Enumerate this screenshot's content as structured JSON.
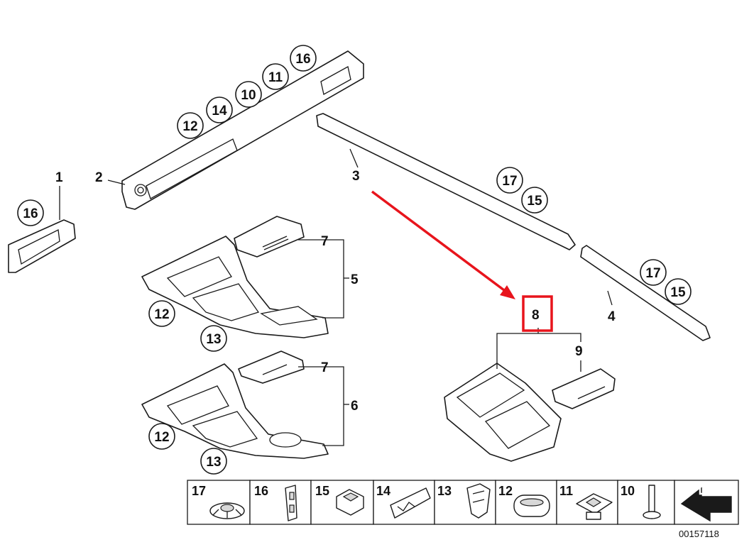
{
  "labels": {
    "part1": "1",
    "part2": "2",
    "part3": "3",
    "part4": "4",
    "part5": "5",
    "part6": "6",
    "part7a": "7",
    "part7b": "7",
    "part8": "8",
    "part9": "9"
  },
  "callouts": {
    "c1": "16",
    "c2a": "12",
    "c2b": "14",
    "c2c": "10",
    "c2d": "11",
    "c2e": "16",
    "c3a": "17",
    "c3b": "15",
    "c4a": "17",
    "c4b": "15",
    "c5a": "12",
    "c5b": "13",
    "c6a": "12",
    "c6b": "13"
  },
  "legend": [
    "17",
    "16",
    "15",
    "14",
    "13",
    "12",
    "11",
    "10"
  ],
  "reference_code": "00157118",
  "colors": {
    "highlight": "#e8141c",
    "arrow": "#e8141c",
    "line": "#1a1a1a"
  },
  "icons": {
    "legend_17": "rivet-cap-icon",
    "legend_16": "bracket-clip-icon",
    "legend_15": "square-clip-icon",
    "legend_14": "spring-clip-icon",
    "legend_13": "fastener-clip-icon",
    "legend_12": "rounded-cap-icon",
    "legend_11": "expanding-nut-icon",
    "legend_10": "pin-screw-icon",
    "legend_nav": "arrow-icon"
  }
}
